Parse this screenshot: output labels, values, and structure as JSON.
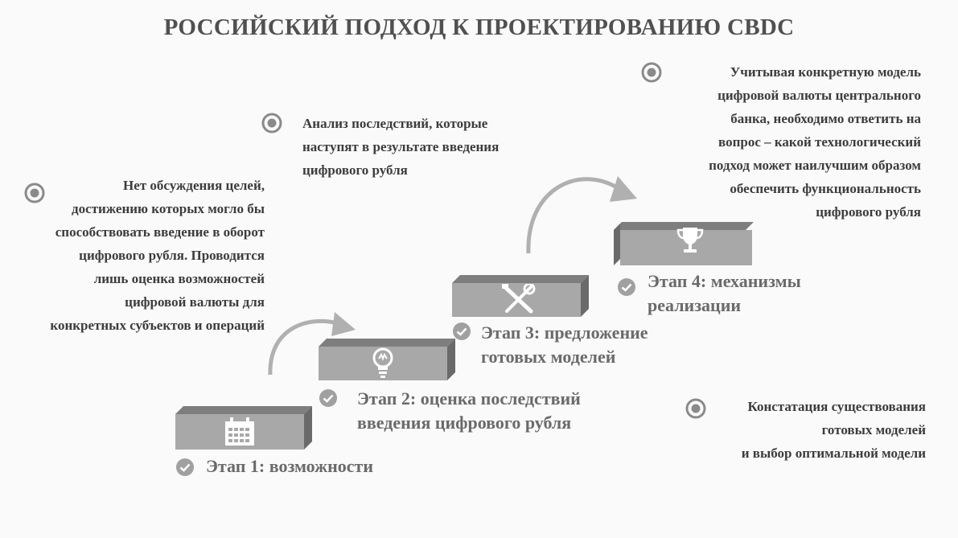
{
  "title": "РОССИЙСКИЙ ПОДХОД К ПРОЕКТИРОВАНИЮ CBDC",
  "notes": {
    "left": "Нет обсуждения целей,\nдостижению которых могло бы\nспособствовать введение в оборот\nцифрового рубля. Проводится\nлишь оценка возможностей\nцифровой валюты для\nконкретных субъектов и операций",
    "analysis": "Анализ последствий, которые\nнаступят в результате введения\nцифрового рубля",
    "technology": "Учитывая конкретную модель\nцифровой валюты центрального\nбанка,  необходимо ответить на\nвопрос  – какой технологический\nподход может наилучшим образом\nобеспечить функциональность\nцифрового  рубля",
    "statement": "Констатация существования\nготовых моделей\nи выбор оптимальной модели"
  },
  "stages": [
    {
      "label": "Этап 1: возможности",
      "icon": "calendar-icon"
    },
    {
      "label": "Этап 2: оценка последствий\nвведения цифрового рубля",
      "icon": "lightbulb-icon"
    },
    {
      "label": "Этап 3: предложение\nготовых моделей",
      "icon": "tools-icon"
    },
    {
      "label": "Этап 4: механизмы\nреализации",
      "icon": "trophy-icon"
    }
  ],
  "colors": {
    "block_front": "#a8a8a8",
    "block_top": "#7e7e7e",
    "block_side": "#6a6a6a",
    "arrow": "#b0b0b0",
    "check": "#a0a0a0",
    "text": "#3c3c3c"
  }
}
